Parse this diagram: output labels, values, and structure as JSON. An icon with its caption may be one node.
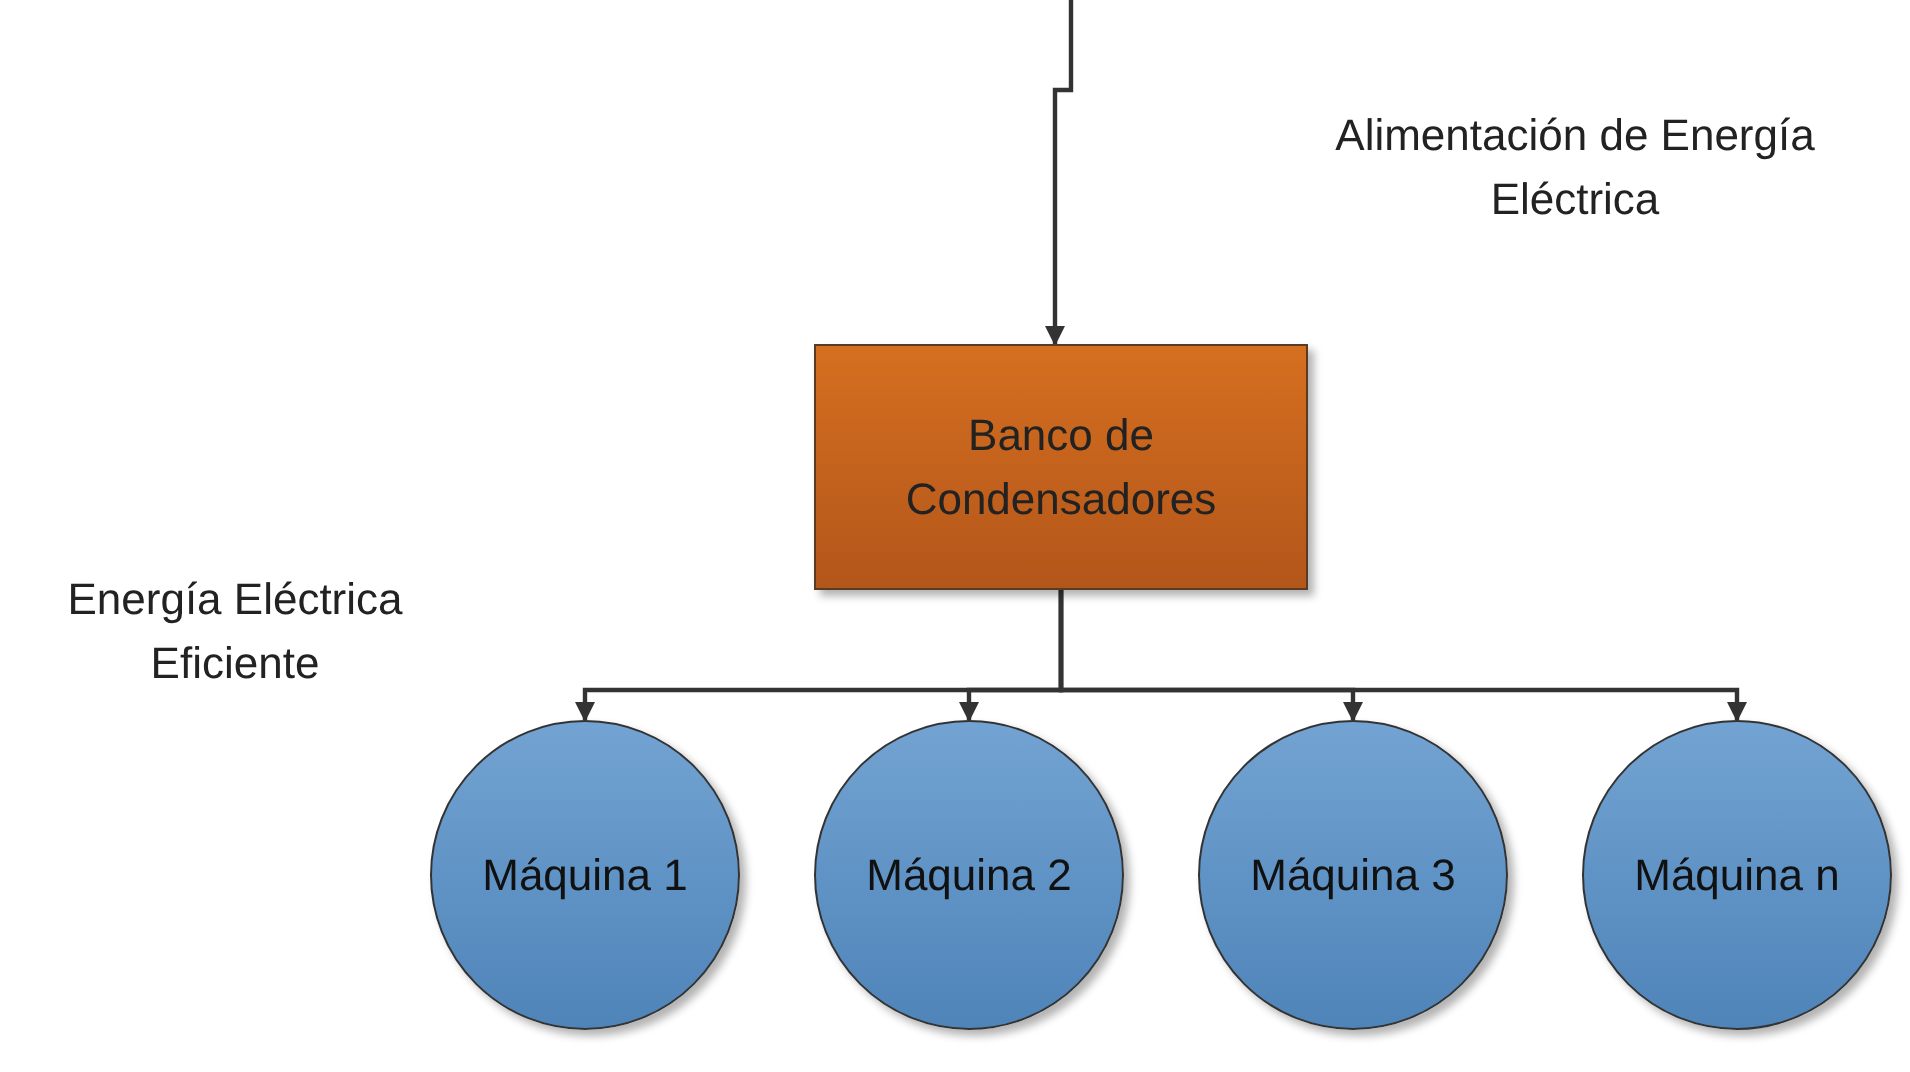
{
  "diagram": {
    "nodes": [
      {
        "text": [
          "Banco de Condensadores"
        ]
      },
      {
        "text": [
          "Máquina 1"
        ]
      },
      {
        "text": [
          "Máquina 2"
        ]
      },
      {
        "text": [
          "Máquina 3"
        ]
      },
      {
        "text": [
          "Máquina n"
        ]
      }
    ],
    "edges": [
      {
        "from": null,
        "to": 0,
        "arrow": "to"
      },
      {
        "from": 0,
        "to": 1,
        "arrow": "to"
      },
      {
        "from": 0,
        "to": 2,
        "arrow": "to"
      },
      {
        "from": 0,
        "to": 3,
        "arrow": "to"
      },
      {
        "from": 0,
        "to": 4,
        "arrow": "to"
      }
    ],
    "labels": [
      "Alimentación de Energía Eléctrica",
      "Energía Eléctrica Eficiente"
    ]
  }
}
